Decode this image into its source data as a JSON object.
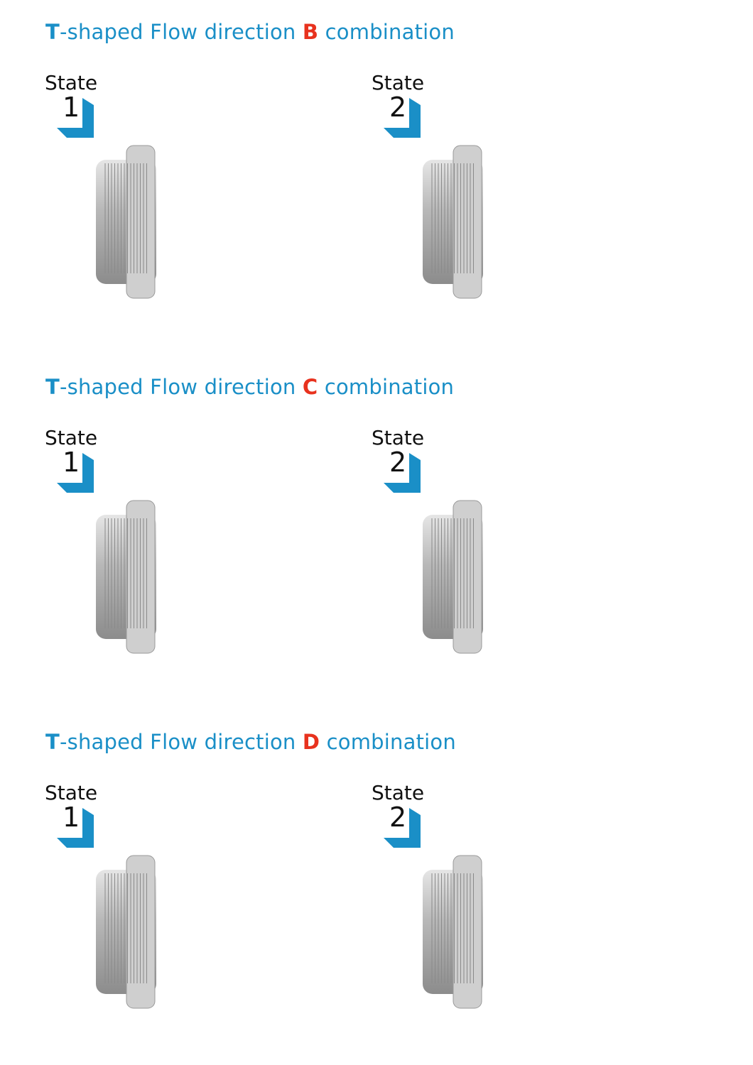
{
  "colors": {
    "title": "#1a8fc7",
    "letter": "#e8321e",
    "state_icon": "#1a8fc7",
    "flow_arrow": "#f0584a",
    "ball": "#e9c64a"
  },
  "sections": [
    {
      "title_prefix": "T",
      "title_mid": "-shaped Flow direction ",
      "letter": "B",
      "title_suffix": " combination",
      "states": [
        {
          "label": "State",
          "number": "1",
          "flow": [
            "left",
            "right"
          ]
        },
        {
          "label": "State",
          "number": "2",
          "flow": [
            "left",
            "down"
          ]
        }
      ]
    },
    {
      "title_prefix": "T",
      "title_mid": "-shaped Flow direction ",
      "letter": "C",
      "title_suffix": " combination",
      "states": [
        {
          "label": "State",
          "number": "1",
          "flow": [
            "down",
            "right"
          ]
        },
        {
          "label": "State",
          "number": "2",
          "flow": [
            "left",
            "right"
          ]
        }
      ]
    },
    {
      "title_prefix": "T",
      "title_mid": "-shaped Flow direction ",
      "letter": "D",
      "title_suffix": " combination",
      "states": [
        {
          "label": "State",
          "number": "1",
          "flow": [
            "left",
            "right",
            "down"
          ]
        },
        {
          "label": "State",
          "number": "2",
          "flow": [
            "right",
            "down"
          ]
        }
      ]
    }
  ]
}
